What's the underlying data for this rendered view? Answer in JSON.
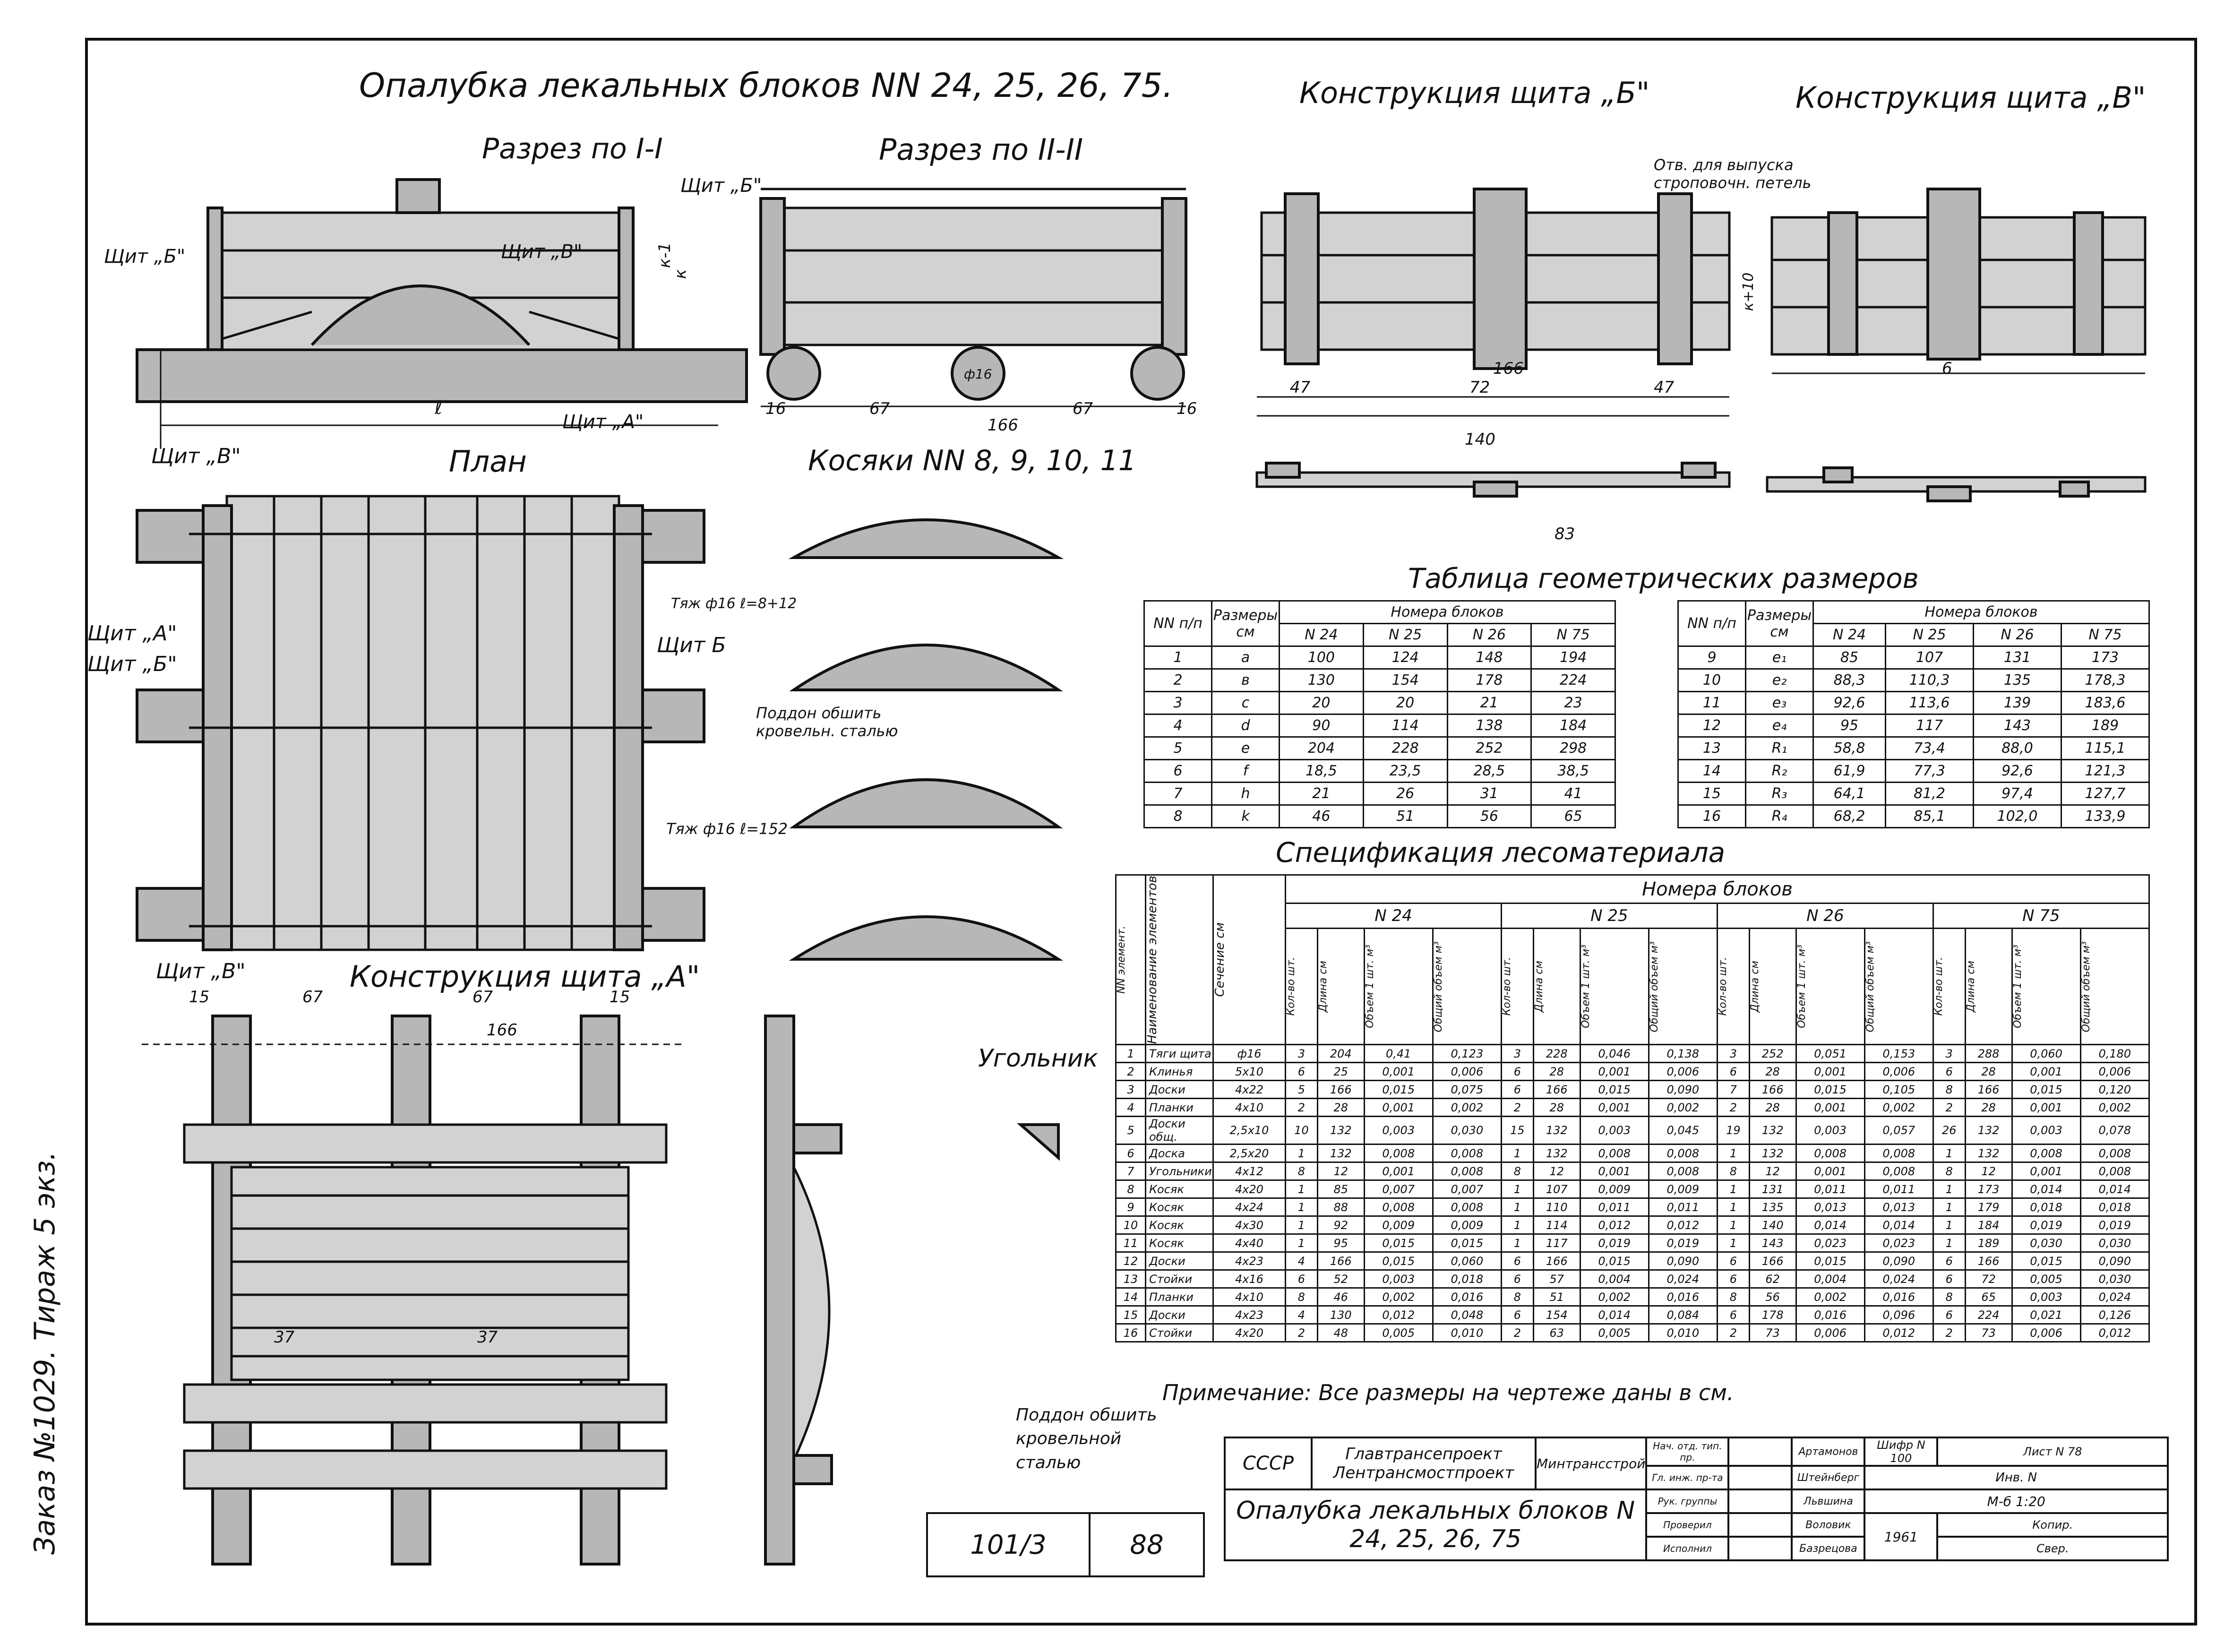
{
  "main_title": "Опалубка лекальных блоков NN 24, 25, 26, 75.",
  "side_note": "Заказ №1029. Тираж 5 экз.",
  "views": {
    "section_1": "Разрез по I-I",
    "section_2": "Разрез по II-II",
    "plan": "План",
    "kosyaki": "Косяки NN 8, 9, 10, 11",
    "shield_a": "Конструкция щита „А\"",
    "shield_b": "Конструкция щита „Б\"",
    "shield_v": "Конструкция щита „В\"",
    "ugolnik": "Угольник"
  },
  "labels": {
    "shield_b": "Щит „Б\"",
    "shield_v": "Щит „В\"",
    "shield_a": "Щит „А\"",
    "shield_b2": "Щит Б",
    "opening": "Отв. для выпуска строповочн. петель",
    "tyazh_1": "Тяж ф16 ℓ=8+12",
    "tyazh_2": "Тяж ф16 ℓ=152",
    "poddon_1": "Поддон обшить кровельн. сталью",
    "poddon_2": "Поддон обшить кровельной сталью"
  },
  "dims": {
    "d16a": "16",
    "d67a": "67",
    "d166": "166",
    "d67b": "67",
    "d16b": "16",
    "phi16": "ф16",
    "b47a": "47",
    "b72": "72",
    "b47b": "47",
    "b140": "140",
    "b83": "83",
    "b166": "166",
    "b6": "6",
    "a15a": "15",
    "a67a": "67",
    "a67b": "67",
    "a15b": "15",
    "a166": "166",
    "a37a": "37",
    "a37b": "37",
    "e": "ℓ",
    "k1": "к-1",
    "k": "к",
    "kp10": "к+10"
  },
  "geometry_table": {
    "title": "Таблица геометрических размеров",
    "col_num": "NN п/п",
    "col_dim": "Размеры см",
    "group": "Номера блоков",
    "blocks": [
      "N 24",
      "N 25",
      "N 26",
      "N 75"
    ],
    "left_rows": [
      [
        "1",
        "a",
        "100",
        "124",
        "148",
        "194"
      ],
      [
        "2",
        "в",
        "130",
        "154",
        "178",
        "224"
      ],
      [
        "3",
        "c",
        "20",
        "20",
        "21",
        "23"
      ],
      [
        "4",
        "d",
        "90",
        "114",
        "138",
        "184"
      ],
      [
        "5",
        "e",
        "204",
        "228",
        "252",
        "298"
      ],
      [
        "6",
        "f",
        "18,5",
        "23,5",
        "28,5",
        "38,5"
      ],
      [
        "7",
        "h",
        "21",
        "26",
        "31",
        "41"
      ],
      [
        "8",
        "k",
        "46",
        "51",
        "56",
        "65"
      ]
    ],
    "right_rows": [
      [
        "9",
        "e₁",
        "85",
        "107",
        "131",
        "173"
      ],
      [
        "10",
        "e₂",
        "88,3",
        "110,3",
        "135",
        "178,3"
      ],
      [
        "11",
        "e₃",
        "92,6",
        "113,6",
        "139",
        "183,6"
      ],
      [
        "12",
        "e₄",
        "95",
        "117",
        "143",
        "189"
      ],
      [
        "13",
        "R₁",
        "58,8",
        "73,4",
        "88,0",
        "115,1"
      ],
      [
        "14",
        "R₂",
        "61,9",
        "77,3",
        "92,6",
        "121,3"
      ],
      [
        "15",
        "R₃",
        "64,1",
        "81,2",
        "97,4",
        "127,7"
      ],
      [
        "16",
        "R₄",
        "68,2",
        "85,1",
        "102,0",
        "133,9"
      ]
    ]
  },
  "spec_table": {
    "title": "Спецификация лесоматериала",
    "h_num": "NN элемент.",
    "h_name": "Наименование элементов",
    "h_section": "Сечение см",
    "h_group": "Номера блоков",
    "blocks": [
      "N 24",
      "N 25",
      "N 26",
      "N 75"
    ],
    "sub": [
      "Кол-во шт.",
      "Длина см",
      "Объем 1 шт. м³",
      "Общий объем м³"
    ],
    "rows": [
      [
        "1",
        "Тяги щита",
        "ф16",
        "3",
        "204",
        "0,41",
        "0,123",
        "3",
        "228",
        "0,046",
        "0,138",
        "3",
        "252",
        "0,051",
        "0,153",
        "3",
        "288",
        "0,060",
        "0,180"
      ],
      [
        "2",
        "Клинья",
        "5x10",
        "6",
        "25",
        "0,001",
        "0,006",
        "6",
        "28",
        "0,001",
        "0,006",
        "6",
        "28",
        "0,001",
        "0,006",
        "6",
        "28",
        "0,001",
        "0,006"
      ],
      [
        "3",
        "Доски",
        "4x22",
        "5",
        "166",
        "0,015",
        "0,075",
        "6",
        "166",
        "0,015",
        "0,090",
        "7",
        "166",
        "0,015",
        "0,105",
        "8",
        "166",
        "0,015",
        "0,120"
      ],
      [
        "4",
        "Планки",
        "4x10",
        "2",
        "28",
        "0,001",
        "0,002",
        "2",
        "28",
        "0,001",
        "0,002",
        "2",
        "28",
        "0,001",
        "0,002",
        "2",
        "28",
        "0,001",
        "0,002"
      ],
      [
        "5",
        "Доски общ.",
        "2,5x10",
        "10",
        "132",
        "0,003",
        "0,030",
        "15",
        "132",
        "0,003",
        "0,045",
        "19",
        "132",
        "0,003",
        "0,057",
        "26",
        "132",
        "0,003",
        "0,078"
      ],
      [
        "6",
        "Доска",
        "2,5x20",
        "1",
        "132",
        "0,008",
        "0,008",
        "1",
        "132",
        "0,008",
        "0,008",
        "1",
        "132",
        "0,008",
        "0,008",
        "1",
        "132",
        "0,008",
        "0,008"
      ],
      [
        "7",
        "Угольники",
        "4x12",
        "8",
        "12",
        "0,001",
        "0,008",
        "8",
        "12",
        "0,001",
        "0,008",
        "8",
        "12",
        "0,001",
        "0,008",
        "8",
        "12",
        "0,001",
        "0,008"
      ],
      [
        "8",
        "Косяк",
        "4x20",
        "1",
        "85",
        "0,007",
        "0,007",
        "1",
        "107",
        "0,009",
        "0,009",
        "1",
        "131",
        "0,011",
        "0,011",
        "1",
        "173",
        "0,014",
        "0,014"
      ],
      [
        "9",
        "Косяк",
        "4x24",
        "1",
        "88",
        "0,008",
        "0,008",
        "1",
        "110",
        "0,011",
        "0,011",
        "1",
        "135",
        "0,013",
        "0,013",
        "1",
        "179",
        "0,018",
        "0,018"
      ],
      [
        "10",
        "Косяк",
        "4x30",
        "1",
        "92",
        "0,009",
        "0,009",
        "1",
        "114",
        "0,012",
        "0,012",
        "1",
        "140",
        "0,014",
        "0,014",
        "1",
        "184",
        "0,019",
        "0,019"
      ],
      [
        "11",
        "Косяк",
        "4x40",
        "1",
        "95",
        "0,015",
        "0,015",
        "1",
        "117",
        "0,019",
        "0,019",
        "1",
        "143",
        "0,023",
        "0,023",
        "1",
        "189",
        "0,030",
        "0,030"
      ],
      [
        "12",
        "Доски",
        "4x23",
        "4",
        "166",
        "0,015",
        "0,060",
        "6",
        "166",
        "0,015",
        "0,090",
        "6",
        "166",
        "0,015",
        "0,090",
        "6",
        "166",
        "0,015",
        "0,090"
      ],
      [
        "13",
        "Стойки",
        "4x16",
        "6",
        "52",
        "0,003",
        "0,018",
        "6",
        "57",
        "0,004",
        "0,024",
        "6",
        "62",
        "0,004",
        "0,024",
        "6",
        "72",
        "0,005",
        "0,030"
      ],
      [
        "14",
        "Планки",
        "4x10",
        "8",
        "46",
        "0,002",
        "0,016",
        "8",
        "51",
        "0,002",
        "0,016",
        "8",
        "56",
        "0,002",
        "0,016",
        "8",
        "65",
        "0,003",
        "0,024"
      ],
      [
        "15",
        "Доски",
        "4x23",
        "4",
        "130",
        "0,012",
        "0,048",
        "6",
        "154",
        "0,014",
        "0,084",
        "6",
        "178",
        "0,016",
        "0,096",
        "6",
        "224",
        "0,021",
        "0,126"
      ],
      [
        "16",
        "Стойки",
        "4x20",
        "2",
        "48",
        "0,005",
        "0,010",
        "2",
        "63",
        "0,005",
        "0,010",
        "2",
        "73",
        "0,006",
        "0,012",
        "2",
        "73",
        "0,006",
        "0,012"
      ]
    ]
  },
  "note": "Примечание: Все размеры на чертеже даны в см.",
  "order_box": {
    "num": "101/3",
    "page": "88"
  },
  "title_block": {
    "country": "СССР",
    "org": "Главтрансепроект Лентрансмостпроект",
    "ministry": "Минтрансстрой",
    "drawing_title": "Опалубка лекальных блоков N 24, 25, 26, 75",
    "roles": [
      "Нач. отд. тип. пр.",
      "Гл. инж. пр-та",
      "Рук. группы",
      "Проверил",
      "Исполнил"
    ],
    "names": [
      "Артамонов",
      "Штейнберг",
      "Львшина",
      "Воловик",
      "Базрецова"
    ],
    "cipher_label": "Шифр",
    "cipher": "N 100",
    "sheet_label": "Лист",
    "sheet": "N 78",
    "inv": "Инв. N",
    "scale": "М-б 1:20",
    "year": "1961",
    "copy": "Копир.",
    "check": "Свер."
  }
}
